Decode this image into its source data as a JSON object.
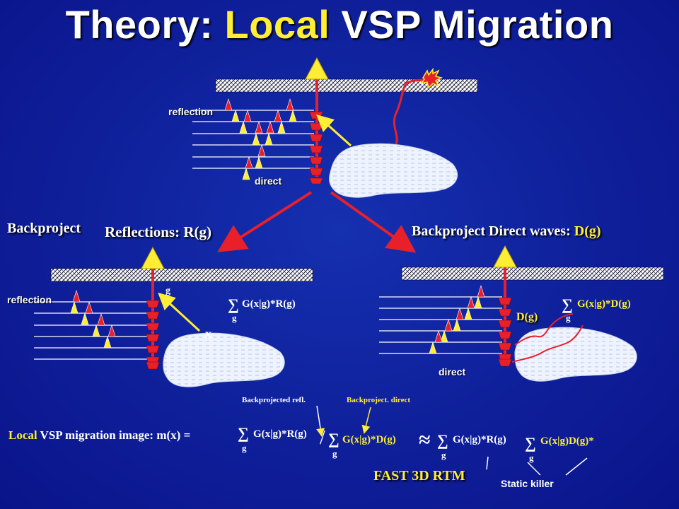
{
  "title": {
    "prefix": "Theory: ",
    "highlight": "Local",
    "suffix": " VSP Migration"
  },
  "top_panel": {
    "reflection": "reflection",
    "direct": "direct"
  },
  "left_panel": {
    "backproject": "Backproject",
    "reflections": "Reflections: R(g)",
    "reflection": "reflection",
    "g_label": "g",
    "x_label": "x",
    "sum_symbol": "∑",
    "sum_sub": "g",
    "sum_expr": "G(x|g)*R(g)"
  },
  "right_panel": {
    "title_text": "Backproject Direct waves: ",
    "title_highlight": "D(g)",
    "dg_label": "D(g)",
    "direct": "direct",
    "sum_symbol": "∑",
    "sum_sub": "g",
    "sum_expr": "G(x|g)*D(g)"
  },
  "bottom": {
    "note_refl": "Backprojected refl.",
    "note_direct": "Backproject. direct",
    "eq_local": "Local",
    "eq_label": " VSP migration image: m(x) = ",
    "sum_symbol": "∑",
    "sum_sub": "g",
    "term1": "G(x|g)*R(g)",
    "slash": "/",
    "term2": "G(x|g)*D(g)",
    "approx": "≈",
    "term3": "G(x|g)*R(g)",
    "term4": "G(x|g)D(g)*",
    "fast": "FAST 3D RTM",
    "static": "Static killer"
  },
  "colors": {
    "background": "#0f1f9a",
    "title_highlight": "#ffee33",
    "arrow_red": "#e8202a",
    "arrow_yellow": "#ffee33",
    "surface_hatch": "#ffffff"
  }
}
